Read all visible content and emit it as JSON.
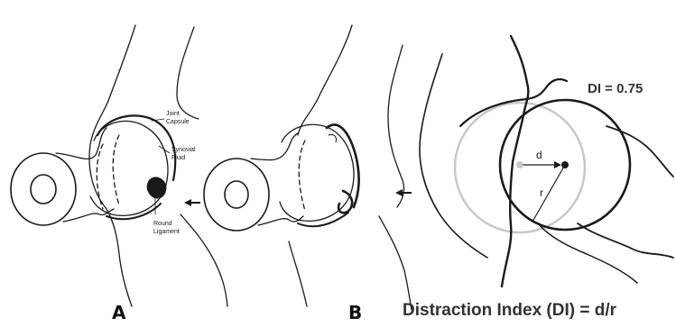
{
  "panels": {
    "a_label": "A",
    "b_label": "B"
  },
  "annotations": {
    "joint_capsule": [
      "Joint",
      "Capsule"
    ],
    "synovial_fluid": [
      "Synovial",
      "Fluid"
    ],
    "round_ligament": [
      "Round",
      "Ligament"
    ],
    "d_symbol": "d",
    "r_symbol": "r"
  },
  "di_value_text": "DI = 0.75",
  "formula_text": "Distraction Index (DI) = d/r",
  "colors": {
    "ink": "#1a1a1a",
    "faint_circle": "#c8c8c8",
    "text": "#333333"
  }
}
